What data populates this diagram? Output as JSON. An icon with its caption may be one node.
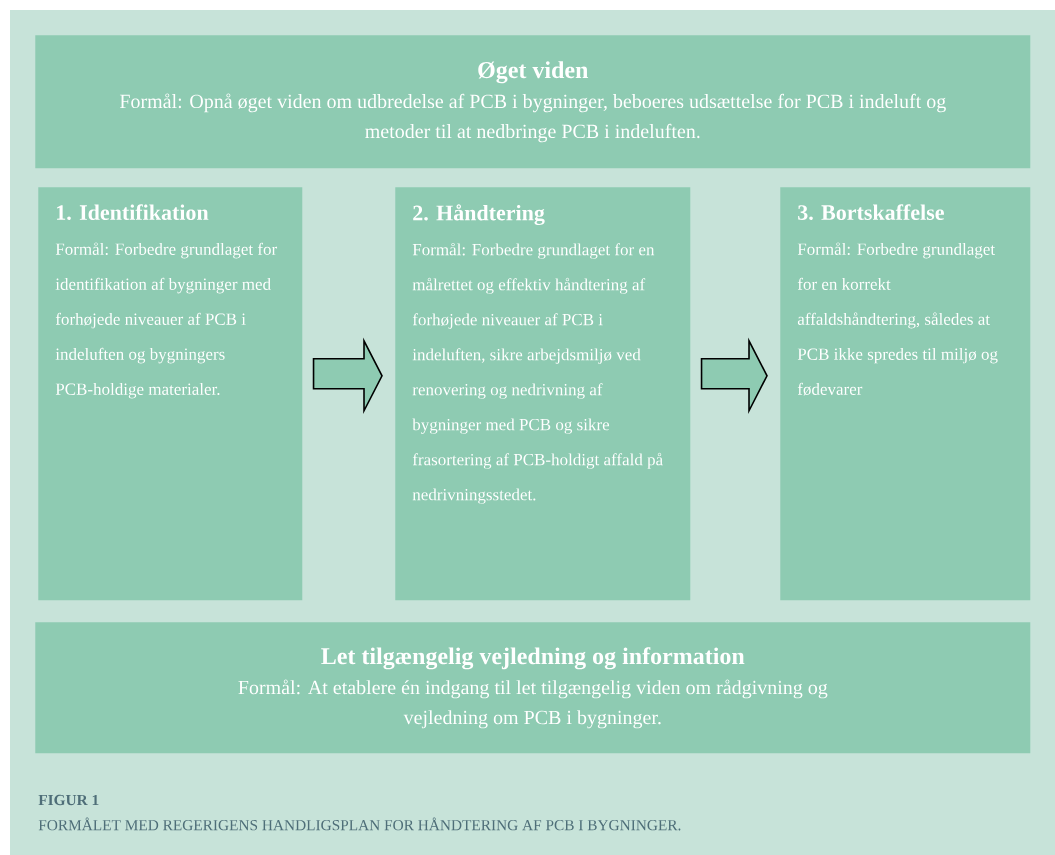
{
  "diagram": {
    "caption": "FORMÅLET MED REGERIGENS HANDLIGSPLAN FOR HÅNDTERING AF PCB I BYGNINGER.",
    "nodes": [
      {
        "text": [
          "Øget viden",
          "Formål: Opnå øget viden om udbredelse af PCB i bygninger, beboeres udsættelse for PCB i indeluft og metoder til at nedbringe PCB i indeluften."
        ]
      },
      {
        "text": [
          "1. Identifikation",
          "Formål: Forbedre grundlaget for identifikation af bygninger med forhøjede niveauer af PCB  i indeluften og bygningers PCB-holdige materialer."
        ]
      },
      {
        "text": [
          "2. Håndtering",
          "Formål: Forbedre grundlaget for en målrettet og effektiv håndtering af forhøjede niveauer af PCB i indeluften, sikre arbejdsmiljø ved renovering og nedrivning af bygninger med PCB og sikre frasortering af PCB-holdigt affald på nedrivningsstedet."
        ]
      },
      {
        "text": [
          "3. Bortskaffelse",
          "Formål: Forbedre grundlaget for en korrekt affaldshåndtering, således at PCB ikke spredes til miljø og fødevarer"
        ]
      },
      {
        "text": [
          "Let tilgængelig vejledning og information",
          "Formål: At etablere én indgang til let tilgængelig viden om rådgivning og vejledning om PCB i bygninger."
        ]
      }
    ],
    "edges": [
      {
        "from": 1,
        "to": 2,
        "arrow": "to"
      },
      {
        "from": 2,
        "to": 3,
        "arrow": "to"
      }
    ],
    "labels": [
      "FIGUR 1"
    ]
  }
}
